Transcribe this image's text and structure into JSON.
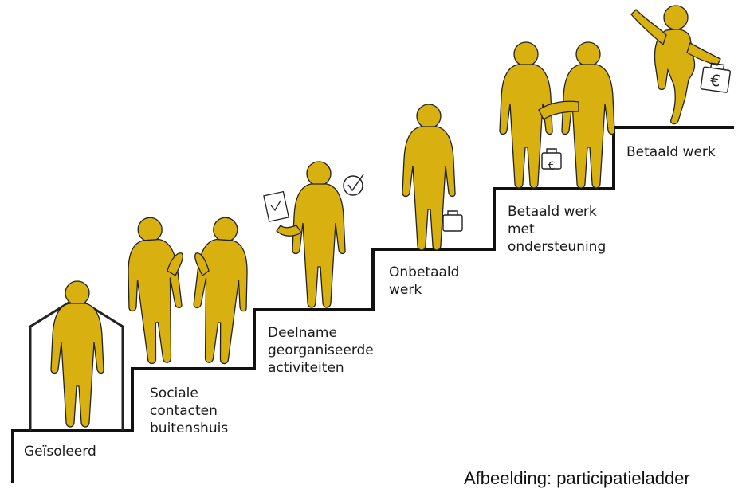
{
  "colors": {
    "figure": "#D8B00F",
    "outline": "#222222",
    "stairs": "#111111"
  },
  "steps": [
    {
      "label": "Geïsoleerd"
    },
    {
      "label": "Sociale\ncontacten\nbuitenshuis"
    },
    {
      "label": "Deelname\ngeorganiseerde\nactiviteiten"
    },
    {
      "label": "Onbetaald\nwerk"
    },
    {
      "label": "Betaald werk\nmet\nondersteuning"
    },
    {
      "label": "Betaald werk"
    }
  ],
  "caption": "Afbeelding: participatieladder"
}
